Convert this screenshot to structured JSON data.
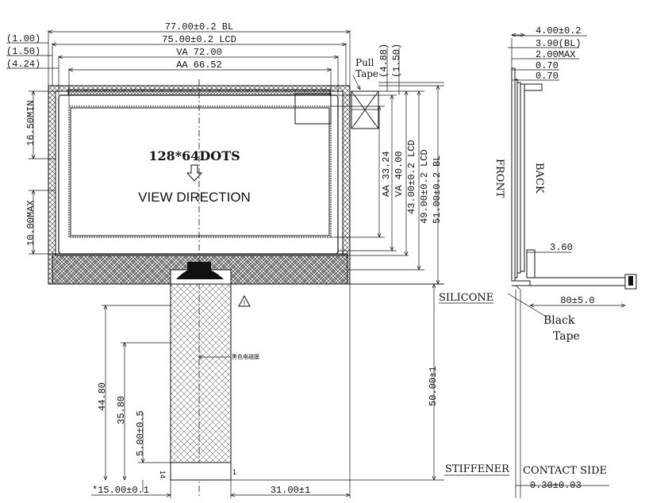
{
  "top_dims": {
    "bl": "77.00±0.2 BL",
    "lcd": "75.00±0.2 LCD",
    "va": "VA 72.00",
    "aa": "AA 66.52",
    "off1": "(1.00)",
    "off2": "(1.50)",
    "off3": "(4.24)"
  },
  "pull_tape": {
    "line1": "Pull",
    "line2": "Tape"
  },
  "right_vertical_dims": {
    "v488": "(4.88)",
    "v150": "(1.50)",
    "aa": "AA 33.24",
    "va": "VA 40.00",
    "lcd": "43.00±0.2 LCD",
    "lcd2": "49.00±0.2 LCD",
    "bl": "51.00±0.2 BL"
  },
  "left_vertical_dims": {
    "min": "16.50MIN",
    "max": "10.00MAX"
  },
  "display": {
    "resolution": "128*64DOTS",
    "view": "VIEW  DIRECTION"
  },
  "fpc": {
    "note": "黑色电磁膜",
    "pin_left": "14",
    "pin_right": "1",
    "len_total": "44.80",
    "len_mid": "35.80",
    "len_small": "5.00±0.5",
    "length": "50.00±1",
    "width": "*15.00±0.1",
    "offset": "31.00±1",
    "warning": "!"
  },
  "side_view": {
    "front": "FRONT",
    "back": "BACK",
    "t400": "4.00±0.2",
    "t390": "3.90(BL)",
    "t200": "2.00MAX",
    "t070a": "0.70",
    "t070b": "0.70",
    "d360": "3.60",
    "d80": "80±5.0",
    "black": "Black",
    "tape": "Tape",
    "contact": "CONTACT SIDE",
    "thickness": "0.30±0.03"
  },
  "labels": {
    "silicone": "SILICONE",
    "stiffener": "STIFFENER"
  }
}
